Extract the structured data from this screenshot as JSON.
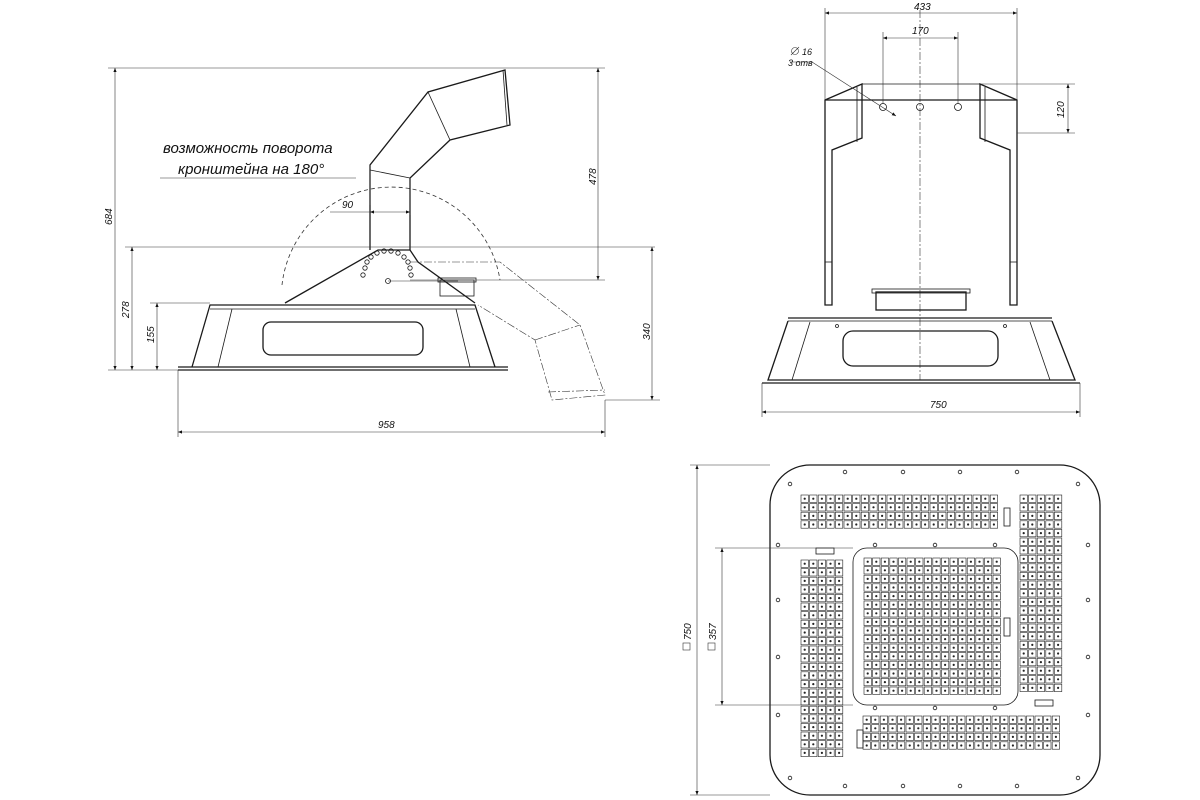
{
  "note": {
    "line1": "возможность поворота",
    "line2": "кронштейна на 180°"
  },
  "side_view": {
    "dim_total_height": "684",
    "dim_arm_height": "478",
    "dim_arm_offset": "90",
    "dim_bracket_height": "278",
    "dim_base_height": "155",
    "dim_right_height": "340",
    "dim_total_width": "958"
  },
  "front_view": {
    "dim_top_width": "433",
    "dim_hole_spacing": "170",
    "dim_hole_depth": "120",
    "hole_diameter": "16",
    "hole_count": "3 отв",
    "dim_base_width": "750"
  },
  "plan_view": {
    "dim_outer": "750",
    "dim_inner": "357"
  },
  "colors": {
    "line": "#1a1a1a",
    "background": "#ffffff"
  }
}
